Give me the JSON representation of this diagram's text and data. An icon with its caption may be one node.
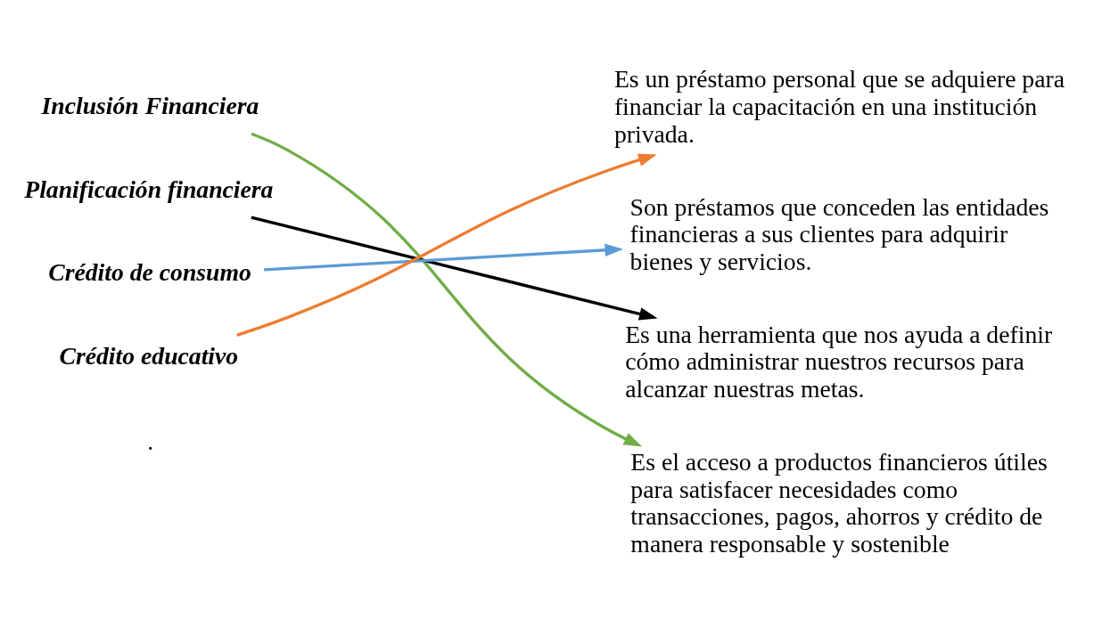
{
  "diagram": {
    "nodes": [
      {
        "text": [
          "Inclusión Financiera"
        ]
      },
      {
        "text": [
          "Planificación financiera"
        ]
      },
      {
        "text": [
          "Crédito de consumo"
        ]
      },
      {
        "text": [
          "Crédito educativo"
        ]
      },
      {
        "text": [
          "Es un préstamo personal que se adquiere para financiar la capacitación en una institución privada."
        ]
      },
      {
        "text": [
          "Son préstamos que conceden las entidades financieras a sus clientes para adquirir bienes y servicios."
        ]
      },
      {
        "text": [
          "Es una herramienta que nos ayuda a definir cómo administrar nuestros recursos para alcanzar nuestras metas."
        ]
      },
      {
        "text": [
          "Es el acceso a productos financieros útiles para satisfacer necesidades como transacciones, pagos, ahorros y crédito de manera responsable y sostenible"
        ]
      }
    ],
    "edges": [
      {
        "from": 0,
        "to": 7,
        "arrow": "to",
        "color": "#70ad47"
      },
      {
        "from": 1,
        "to": 6,
        "arrow": "to",
        "color": "#000000"
      },
      {
        "from": 2,
        "to": 5,
        "arrow": "to",
        "color": "#5b9bd5"
      },
      {
        "from": 3,
        "to": 4,
        "arrow": "to",
        "color": "#ed7d31"
      }
    ],
    "labels": [
      "."
    ]
  }
}
